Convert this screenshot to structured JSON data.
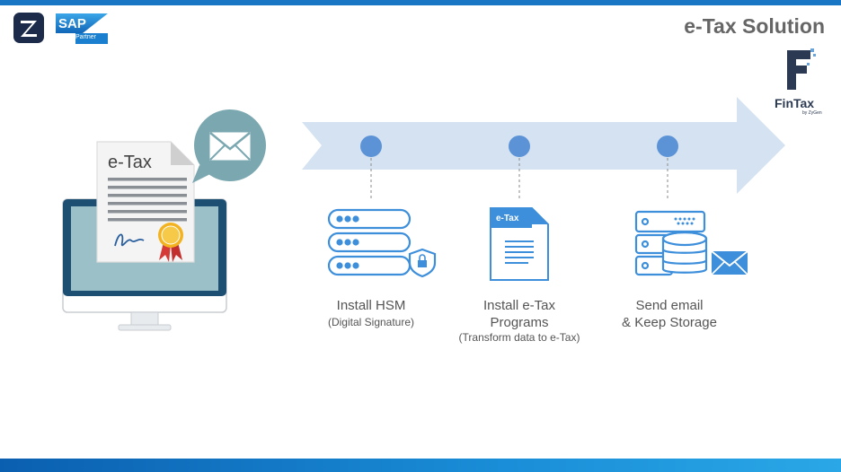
{
  "slide": {
    "title": "e-Tax Solution",
    "brand": {
      "name": "FinTax",
      "sub": "by ZyGen",
      "sap_label": "SAP",
      "sap_partner": "Partner"
    }
  },
  "illustration": {
    "doc_title": "e-Tax"
  },
  "steps": [
    {
      "main": [
        "Install HSM"
      ],
      "sub": [
        "(Digital Signature)"
      ],
      "icon": "server-lock-icon"
    },
    {
      "main": [
        "Install e-Tax",
        "Programs"
      ],
      "sub": [
        "(Transform data to e-Tax)"
      ],
      "icon": "etax-document-icon",
      "doc_tag": "e-Tax"
    },
    {
      "main": [
        "Send email",
        "& Keep Storage"
      ],
      "sub": [],
      "icon": "database-mail-icon"
    }
  ],
  "colors": {
    "accent": "#1976c4",
    "arrow": "#d5e2f2",
    "icon_blue": "#3d8fdb",
    "dot": "#5b93d6"
  }
}
